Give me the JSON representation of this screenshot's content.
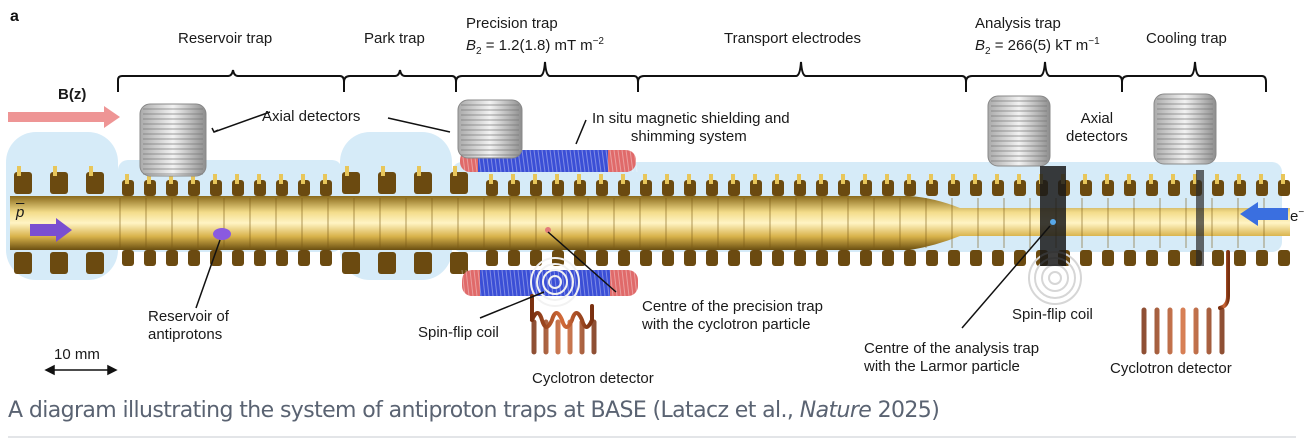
{
  "figure": {
    "panel_label": "a",
    "field_label": "B(z)",
    "regions": [
      {
        "name": "Reservoir trap"
      },
      {
        "name": "Park trap"
      },
      {
        "name": "Precision trap",
        "formula_prefix": "B",
        "formula_sub": "2",
        "formula_value": " = 1.2(1.8) mT m",
        "formula_sup": "−2"
      },
      {
        "name": "Transport electrodes"
      },
      {
        "name": "Analysis trap",
        "formula_prefix": "B",
        "formula_sub": "2",
        "formula_value": " = 266(5) kT m",
        "formula_sup": "−1"
      },
      {
        "name": "Cooling trap"
      }
    ],
    "annotations": {
      "axial_detectors_left": "Axial detectors",
      "shielding_line1": "In situ magnetic shielding and",
      "shielding_line2": "shimming system",
      "axial_detectors_right_line1": "Axial",
      "axial_detectors_right_line2": "detectors",
      "reservoir_line1": "Reservoir of",
      "reservoir_line2": "antiprotons",
      "spin_flip_left": "Spin-flip coil",
      "precision_centre_line1": "Centre of the precision trap",
      "precision_centre_line2": "with the cyclotron particle",
      "cyclotron_detector_left": "Cyclotron detector",
      "analysis_centre_line1": "Centre of the analysis trap",
      "analysis_centre_line2": "with the Larmor particle",
      "spin_flip_right": "Spin-flip coil",
      "cyclotron_detector_right": "Cyclotron detector",
      "antiproton_symbol": "p",
      "electron_symbol": "e",
      "electron_sup": "−",
      "scale_bar": "10 mm"
    },
    "colors": {
      "gold": "#d9b44a",
      "blue_coil": "#3b4fd6",
      "red_coil": "#e06a6a",
      "copper": "#b8552a",
      "ice_blue": "#cfe8f7",
      "arrow_pink": "#ec8a8a",
      "arrow_purple": "#7a4fd0",
      "arrow_blue": "#3a6fe0"
    }
  },
  "caption": {
    "text_before": "A diagram illustrating the system of antiproton traps at BASE (Latacz et al., ",
    "journal": "Nature",
    "text_after": " 2025)"
  }
}
